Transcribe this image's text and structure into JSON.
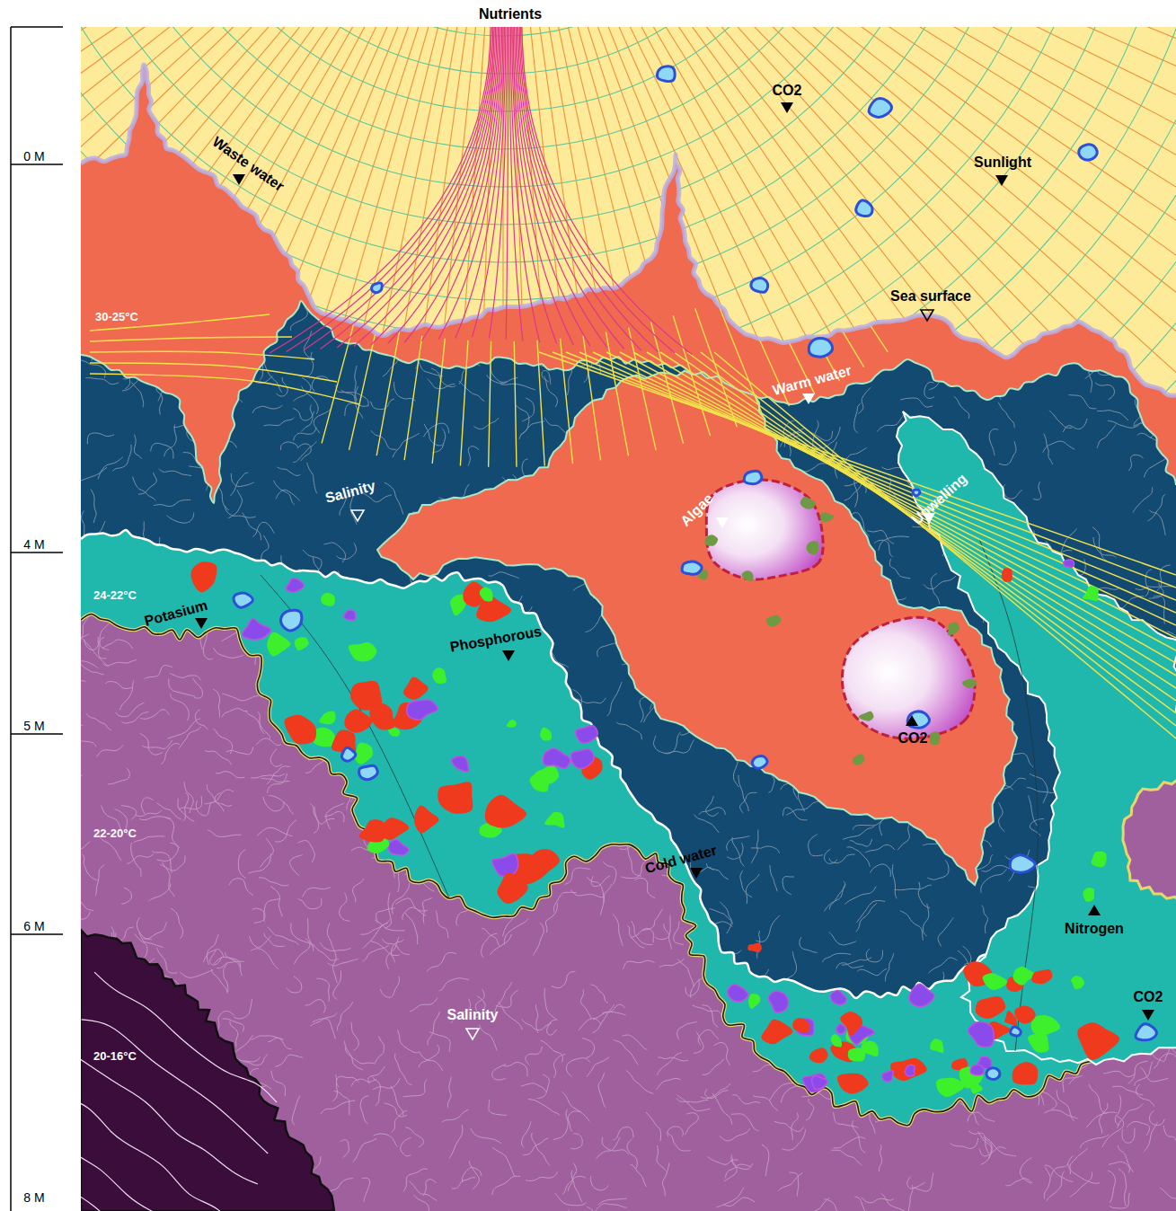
{
  "diagram": {
    "labels": [
      "Nutrients",
      "0 M",
      "4 M",
      "5 M",
      "6 M",
      "8 M",
      "Waste water",
      "CO2",
      "Sunlight",
      "Sea surface",
      "30-25°C",
      "Warm water",
      "Salinity",
      "Algae",
      "Upwelling",
      "24-22°C",
      "Potasium",
      "Phosphorous",
      "CO2",
      "22-20°C",
      "Cold water",
      "Nitrogen",
      "CO2",
      "Salinity",
      "20-16°C"
    ]
  }
}
